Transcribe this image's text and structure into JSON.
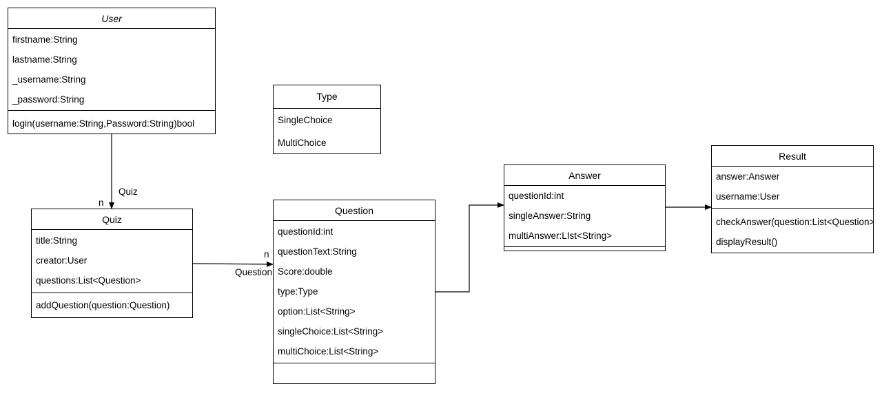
{
  "classes": {
    "user": {
      "name": "User",
      "attributes": [
        "firstname:String",
        "lastname:String",
        "_username:String",
        "_password:String"
      ],
      "methods": [
        "login(username:String,Password:String)bool"
      ]
    },
    "type": {
      "name": "Type",
      "attributes": [
        "SingleChoice",
        "MultiChoice"
      ]
    },
    "quiz": {
      "name": "Quiz",
      "attributes": [
        "title:String",
        "creator:User",
        "questions:List<Question>"
      ],
      "methods": [
        "addQuestion(question:Question)"
      ]
    },
    "question": {
      "name": "Question",
      "attributes": [
        "questionId:int",
        "questionText:String",
        "Score:double",
        "type:Type",
        "option:List<String>",
        "singleChoice:List<String>",
        "multiChoice:List<String>"
      ],
      "methods": []
    },
    "answer": {
      "name": "Answer",
      "attributes": [
        "questionId:int",
        "singleAnswer:String",
        "multiAnswer:LIst<String>"
      ],
      "methods": []
    },
    "result": {
      "name": "Result",
      "attributes": [
        "answer:Answer",
        "username:User"
      ],
      "methods": [
        "checkAnswer(question:List<Question>",
        "displayResult()"
      ]
    }
  },
  "edges": {
    "user_quiz": {
      "label": "Quiz",
      "multiplicity": "n"
    },
    "quiz_question": {
      "label": "Question",
      "multiplicity": "n"
    }
  },
  "colors": {
    "line": "#000000",
    "fill": "#ffffff"
  }
}
